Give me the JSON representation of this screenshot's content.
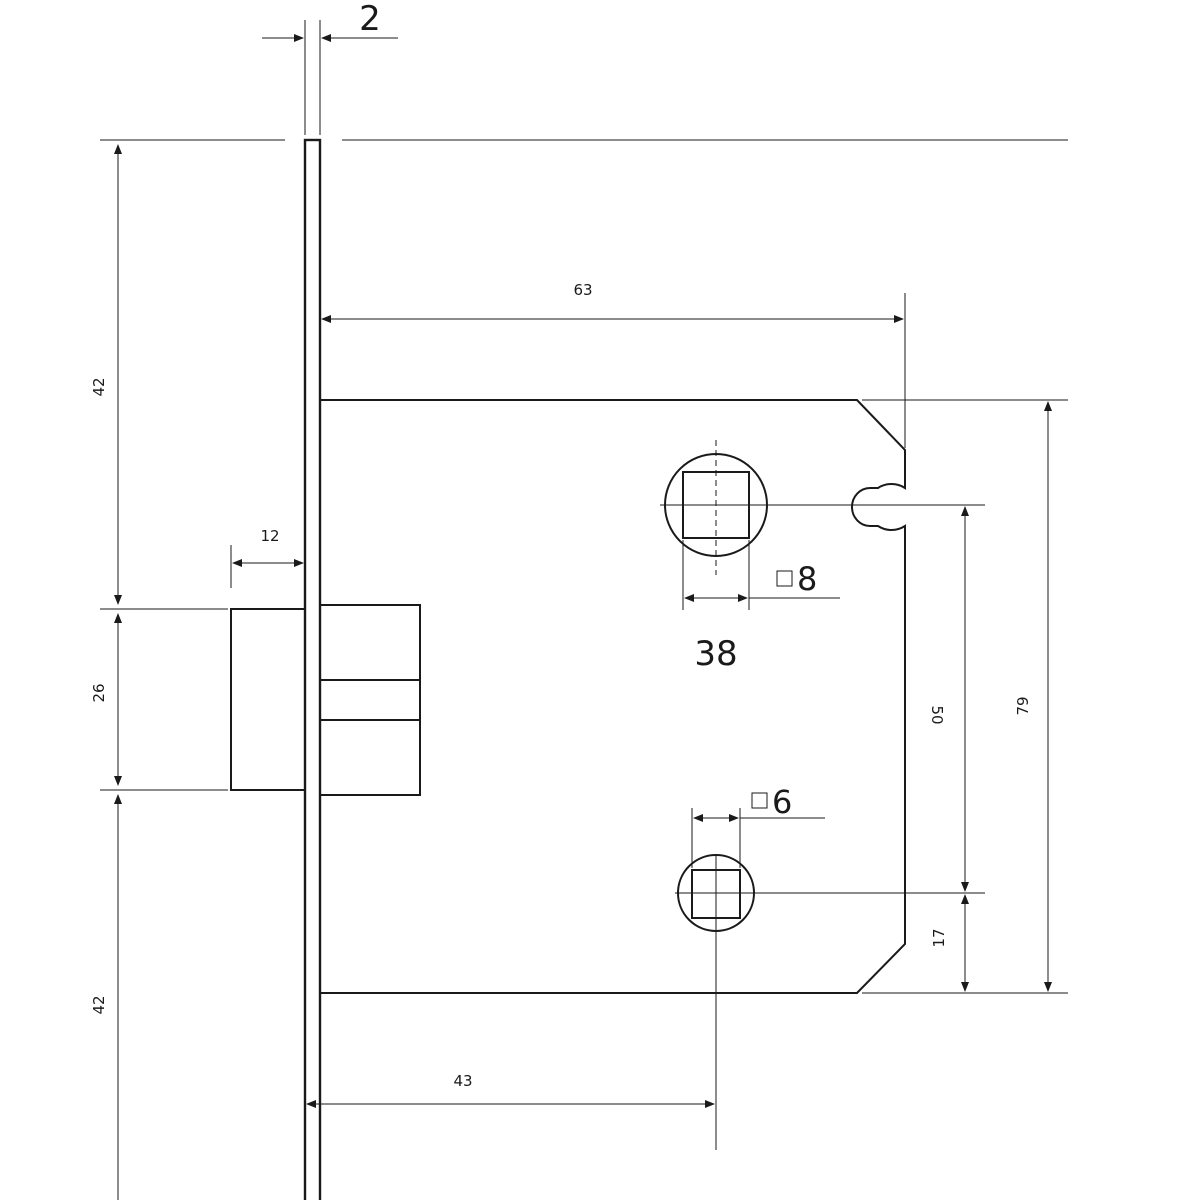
{
  "dimensions": {
    "faceplate_thickness": "2",
    "top_to_bolt": "42",
    "bolt_height": "26",
    "bolt_to_bottom": "42",
    "bolt_projection": "12",
    "backset": "63",
    "handle_spindle": "8",
    "handle_spacing": "38",
    "key_spindle": "6",
    "hub_center_distance": "50",
    "body_height": "79",
    "lower_hub_offset": "17",
    "lower_hub_backset": "43"
  },
  "colors": {
    "line": "#1a1a1a",
    "background": "#ffffff"
  }
}
